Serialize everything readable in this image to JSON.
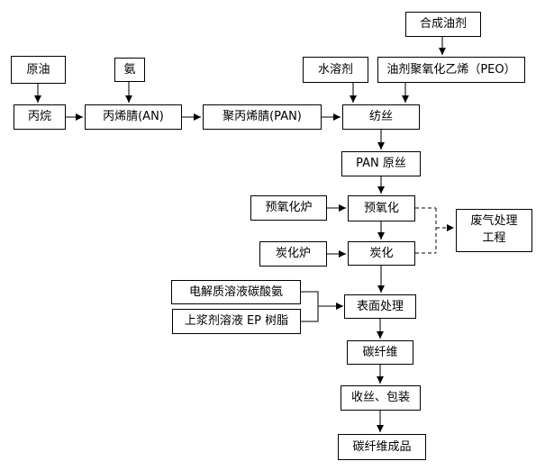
{
  "diagram": {
    "type": "process-flowchart",
    "subject": "PAN基碳纤维生产工艺流程"
  },
  "colors": {
    "background": "#ffffff",
    "box_border": "#000000",
    "box_fill": "#ffffff",
    "text": "#000000",
    "line": "#333333",
    "arrowhead": "#000000"
  },
  "nodes": {
    "crude_oil": {
      "label": "原油"
    },
    "propane": {
      "label": "丙烷"
    },
    "ammonia": {
      "label": "氨"
    },
    "acrylonitrile": {
      "label": "丙烯腈(AN)"
    },
    "polyacrylonitrile": {
      "label": "聚丙烯腈(PAN)"
    },
    "synthetic_oil": {
      "label": "合成油剂"
    },
    "water_solvent": {
      "label": "水溶剂"
    },
    "peo_oil": {
      "label": "油剂聚氧化乙烯（PEO）"
    },
    "spinning": {
      "label": "纺丝"
    },
    "pan_precursor": {
      "label": "PAN 原丝"
    },
    "preoxidation_furnace": {
      "label": "预氧化炉"
    },
    "preoxidation": {
      "label": "预氧化"
    },
    "carbonization_furnace": {
      "label": "炭化炉"
    },
    "carbonization": {
      "label": "炭化"
    },
    "waste_gas_treatment": {
      "line1": "废气处理",
      "line2": "工程"
    },
    "electrolyte_solution": {
      "label": "电解质溶液碳酸氨"
    },
    "sizing_solution": {
      "label": "上浆剂溶液 EP 树脂"
    },
    "surface_treatment": {
      "label": "表面处理"
    },
    "carbon_fiber": {
      "label": "碳纤维"
    },
    "winding_packaging": {
      "label": "收丝、包装"
    },
    "finished_product": {
      "label": "碳纤维成品"
    }
  },
  "edges": [
    {
      "from": "原油",
      "to": "丙烷",
      "style": "solid"
    },
    {
      "from": "氨",
      "to": "丙烯腈(AN)",
      "style": "solid"
    },
    {
      "from": "丙烷",
      "to": "丙烯腈(AN)",
      "style": "solid"
    },
    {
      "from": "丙烯腈(AN)",
      "to": "聚丙烯腈(PAN)",
      "style": "solid"
    },
    {
      "from": "聚丙烯腈(PAN)",
      "to": "纺丝",
      "style": "solid"
    },
    {
      "from": "合成油剂",
      "to": "油剂聚氧化乙烯（PEO）",
      "style": "solid"
    },
    {
      "from": "水溶剂",
      "to": "纺丝",
      "style": "solid"
    },
    {
      "from": "油剂聚氧化乙烯（PEO）",
      "to": "纺丝",
      "style": "solid"
    },
    {
      "from": "纺丝",
      "to": "PAN 原丝",
      "style": "solid"
    },
    {
      "from": "PAN 原丝",
      "to": "预氧化",
      "style": "solid"
    },
    {
      "from": "预氧化炉",
      "to": "预氧化",
      "style": "solid"
    },
    {
      "from": "预氧化",
      "to": "炭化",
      "style": "solid"
    },
    {
      "from": "炭化炉",
      "to": "炭化",
      "style": "solid"
    },
    {
      "from": "预氧化",
      "to": "废气处理工程",
      "style": "dashed"
    },
    {
      "from": "炭化",
      "to": "废气处理工程",
      "style": "dashed"
    },
    {
      "from": "炭化",
      "to": "表面处理",
      "style": "solid"
    },
    {
      "from": "电解质溶液碳酸氨",
      "to": "表面处理",
      "style": "solid-bracket"
    },
    {
      "from": "上浆剂溶液 EP 树脂",
      "to": "表面处理",
      "style": "solid-bracket"
    },
    {
      "from": "表面处理",
      "to": "碳纤维",
      "style": "solid"
    },
    {
      "from": "碳纤维",
      "to": "收丝、包装",
      "style": "solid"
    },
    {
      "from": "收丝、包装",
      "to": "碳纤维成品",
      "style": "solid"
    }
  ]
}
